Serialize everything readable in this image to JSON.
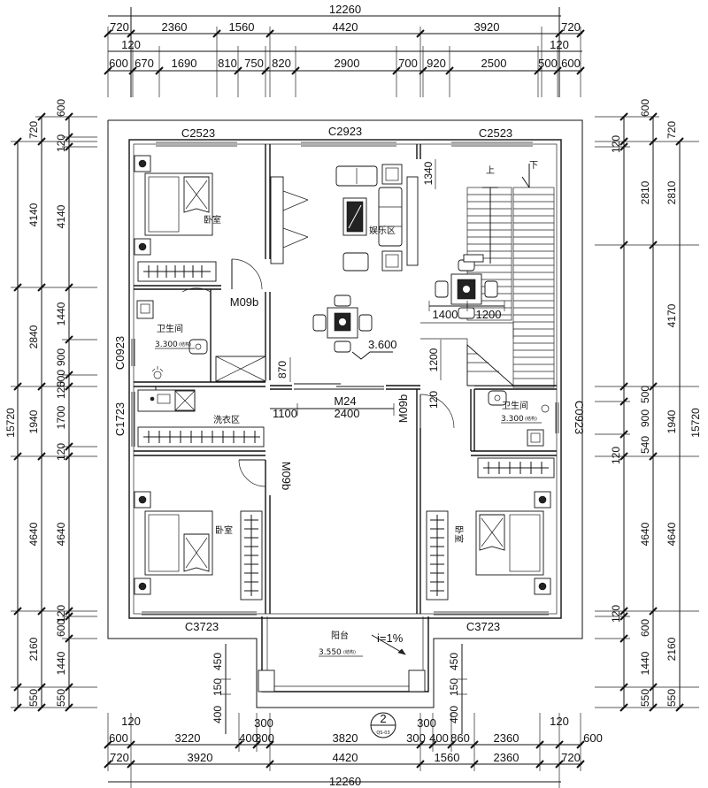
{
  "dimensions": {
    "total_top": "12260",
    "total_bottom": "12260",
    "top_row1": [
      "720",
      "2360",
      "1560",
      "4420",
      "3920",
      "720"
    ],
    "top_row2": [
      "600",
      "670",
      "1690",
      "810",
      "750",
      "820",
      "2900",
      "700",
      "920",
      "2500",
      "500",
      "600"
    ],
    "top_120_left": "120",
    "top_120_right": "120",
    "bottom_row1": [
      "600",
      "3220",
      "400",
      "300",
      "3820",
      "300",
      "400",
      "860",
      "2360",
      "600"
    ],
    "bottom_row2": [
      "720",
      "3920",
      "4420",
      "1560",
      "2360",
      "720"
    ],
    "bottom_120_left": "120",
    "bottom_120_right": "120",
    "bottom_300_left": "300",
    "bottom_300_right": "300",
    "left_outer": [
      "4140",
      "2840",
      "1940",
      "4640",
      "2160",
      "550"
    ],
    "left_total": "15720",
    "left_inner": [
      "600",
      "720",
      "120",
      "4140",
      "1440",
      "900",
      "500",
      "120",
      "1700",
      "120",
      "4640",
      "120",
      "600",
      "1440",
      "550"
    ],
    "right_outer": [
      "2810",
      "4170",
      "1940",
      "4640",
      "2160",
      "550"
    ],
    "right_total": "15720",
    "right_inner": [
      "600",
      "720",
      "120",
      "2810",
      "500",
      "900",
      "540",
      "120",
      "4640",
      "120",
      "600",
      "1440",
      "550"
    ],
    "balcony_dims": [
      "450",
      "150",
      "400",
      "450",
      "150",
      "400"
    ],
    "interior": [
      "1340",
      "870",
      "1100",
      "2400",
      "1400",
      "1200",
      "1200",
      "120"
    ]
  },
  "windows": {
    "top_left": "C2523",
    "top_middle": "C2923",
    "top_right": "C2523",
    "bottom_left": "C3723",
    "bottom_right": "C3723",
    "left_bath": "C0923",
    "left_laundry": "C1723",
    "right_bath": "C0923"
  },
  "doors": {
    "bedroom_tl": "M09b",
    "bedroom_bl": "M09b",
    "bath_right": "M09b",
    "sliding": "M24"
  },
  "rooms": {
    "bedroom_tl": "卧室",
    "bedroom_bl": "卧室",
    "bedroom_br": "卧室",
    "bath_left": "卫生间",
    "bath_left_elev": "3.300",
    "bath_left_note": "(结构)",
    "bath_right": "卫生间",
    "bath_right_elev": "3.300",
    "bath_right_note": "(结构)",
    "laundry": "洗衣区",
    "entertainment": "娱乐区",
    "hall_elev": "3.600",
    "balcony": "阳台",
    "balcony_elev": "3.550",
    "balcony_note": "(结构)",
    "slope": "i=1%",
    "stair_up": "上",
    "stair_down": "下"
  },
  "ref_tag": {
    "number": "2",
    "sheet": "QS-03"
  }
}
